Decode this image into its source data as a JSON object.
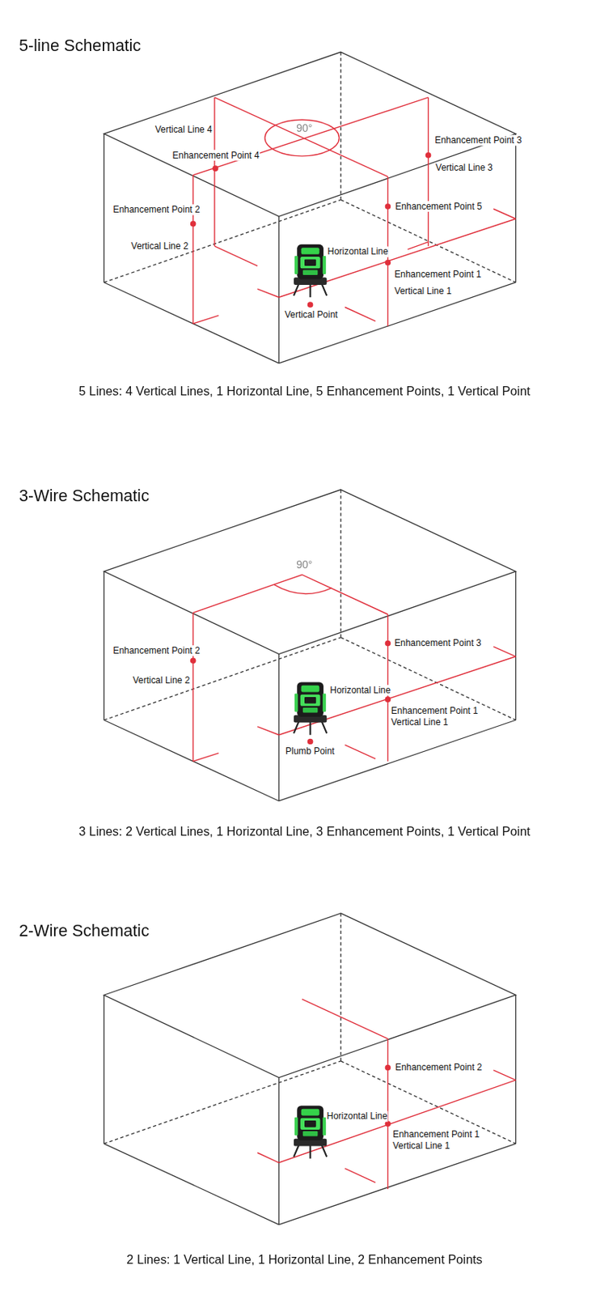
{
  "diagram": {
    "labels": [
      "5-line Schematic",
      "Vertical Line 4",
      "90°",
      "Enhancement Point 4",
      "Enhancement Point 3",
      "Vertical Line 3",
      "Enhancement Point 2",
      "Enhancement Point 5",
      "Vertical Line 2",
      "Horizontal Line",
      "Enhancement Point 1",
      "Vertical Line 1",
      "Vertical Point",
      "5 Lines: 4 Vertical Lines, 1 Horizontal Line, 5 Enhancement Points, 1 Vertical Point",
      "3-Wire Schematic",
      "90°",
      "Enhancement Point 2",
      "Enhancement Point 3",
      "Vertical Line 2",
      "Horizontal Line",
      "Enhancement Point 1",
      "Vertical Line 1",
      "Plumb Point",
      "3 Lines: 2 Vertical Lines, 1 Horizontal Line, 3 Enhancement Points, 1 Vertical Point",
      "2-Wire Schematic",
      "Enhancement Point 2",
      "Horizontal Line",
      "Enhancement Point 1",
      "Vertical Line 1",
      "2 Lines: 1 Vertical Line, 1 Horizontal Line, 2 Enhancement Points"
    ]
  }
}
